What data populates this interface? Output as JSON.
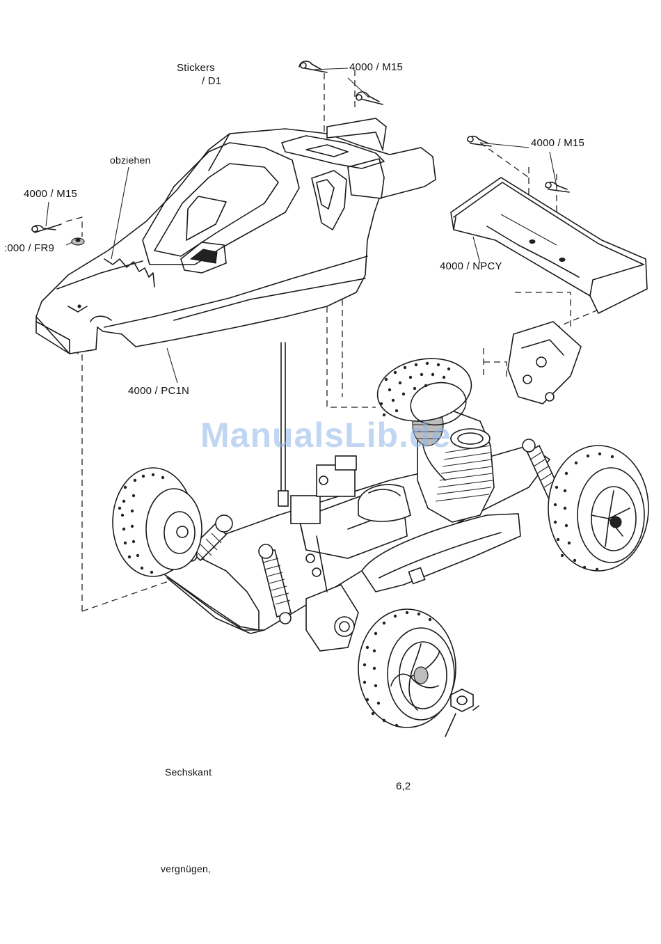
{
  "labels": {
    "stickers": "Stickers",
    "stickers_code": "/ D1",
    "clip_top": "4000 / M15",
    "clip_right": "4000 / M15",
    "clip_left": "4000 / M15",
    "grommet": ":000 / FR9",
    "peel_off": "obziehen",
    "wing": "4000 / NPCY",
    "body": "4000 / PC1N",
    "hex": "Sechskant",
    "hex_size": "6,2",
    "enjoy": "vergnügen,"
  },
  "watermark": "ManualsLib.de",
  "parts": [
    "body-shell",
    "rear-wing",
    "body-clip",
    "antenna",
    "engine",
    "front-wheel",
    "rear-wheel",
    "shock-absorber",
    "exhaust-pipe",
    "radio-box",
    "wheel-nut"
  ]
}
